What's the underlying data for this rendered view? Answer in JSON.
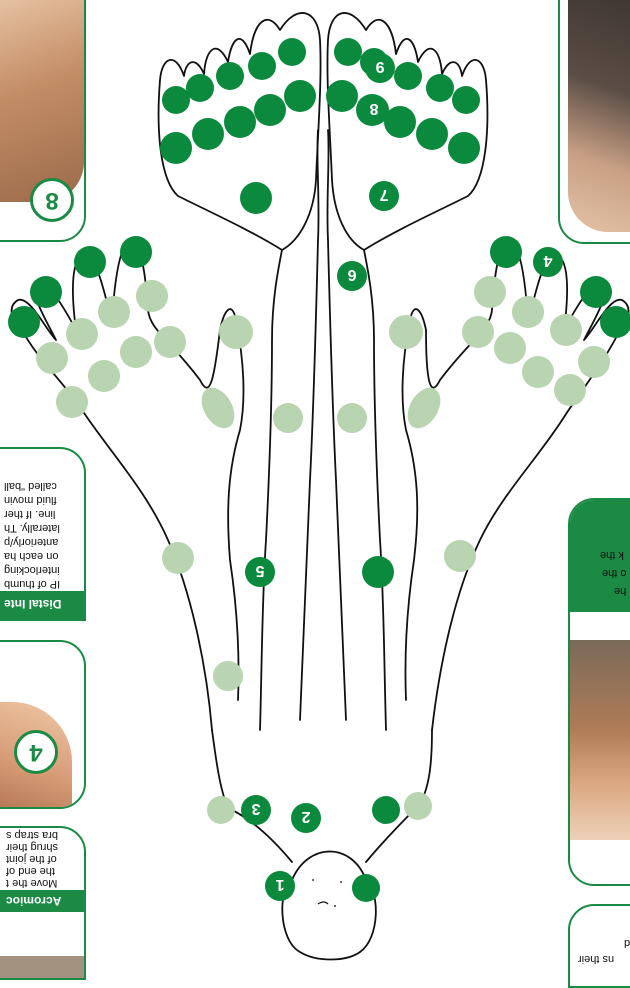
{
  "colors": {
    "joint_dark": "#0b8a3e",
    "joint_light": "#b8d4b0",
    "accent": "#1a8a44",
    "outline": "#111111"
  },
  "numbered_points": [
    {
      "label": "1"
    },
    {
      "label": "2"
    },
    {
      "label": "3"
    },
    {
      "label": "4"
    },
    {
      "label": "5"
    },
    {
      "label": "6"
    },
    {
      "label": "7"
    },
    {
      "label": "8"
    },
    {
      "label": "9"
    }
  ],
  "card_badges": {
    "card_8": "8",
    "card_4": "4"
  },
  "cards": {
    "acromio": {
      "title": "Acromioc",
      "lines": [
        "Move the t",
        "the end of",
        "of the joint",
        "shrug their",
        "bra strap s"
      ]
    },
    "distal": {
      "title": "Distal Inte",
      "lines": [
        "IP of thumb",
        "interlocking",
        "on each ha",
        "anteriorly/p",
        "laterally. Th",
        "line. If ther",
        "fluid movin",
        "called \"ball"
      ]
    },
    "right_mid": {
      "lines": [
        "he",
        "o the",
        "k the"
      ]
    },
    "right_bottom": {
      "lines": [
        "d",
        "ns their"
      ]
    }
  }
}
